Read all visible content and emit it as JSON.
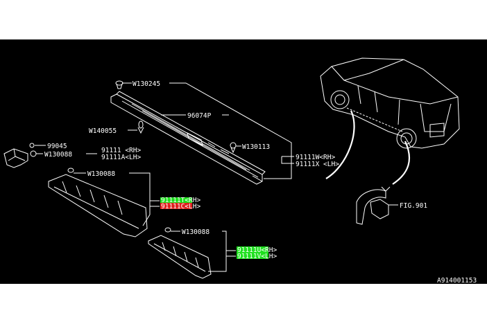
{
  "colors": {
    "background": "#000000",
    "frame": "#ffffff",
    "line": "#ffffff",
    "highlight_red": "#e0201e",
    "highlight_green": "#1fe01f"
  },
  "labels": {
    "w130245": "W130245",
    "p96074p": "96074P",
    "w140055": "W140055",
    "p99045": "99045",
    "w130088_a": "W130088",
    "p91111_rh": "91111 <RH>",
    "p91111a_lh": "91111A<LH>",
    "w130113": "W130113",
    "p91111w_rh": "91111W<RH>",
    "p91111x_lh": "91111X <LH>",
    "w130088_b": "W130088",
    "p91111t_rh": "91111T<RH>",
    "p91111c_lh": "91111C<LH>",
    "w130088_c": "W130088",
    "p91111u_rh": "91111U<RH>",
    "p91111v_lh": "91111V<LH>",
    "fig901": "FIG.901",
    "drawing_code": "A914001153"
  }
}
